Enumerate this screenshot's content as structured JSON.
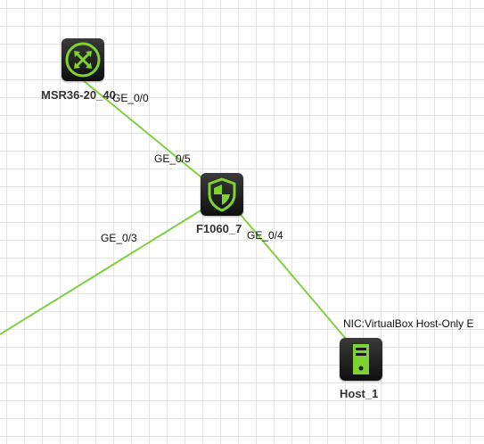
{
  "colors": {
    "link": "#7ed040",
    "icon_green": "#7dd32f",
    "device_bg": "#1e1e1e"
  },
  "devices": {
    "router": {
      "name": "MSR36-20_40",
      "icon": "router-icon"
    },
    "firewall": {
      "name": "F1060_7",
      "icon": "firewall-shield-icon"
    },
    "host": {
      "name": "Host_1",
      "icon": "host-server-icon"
    }
  },
  "ports": {
    "router_to_fw": "GE_0/0",
    "fw_to_router": "GE_0/5",
    "fw_to_left": "GE_0/3",
    "fw_to_host": "GE_0/4",
    "host_nic": "NIC:VirtualBox Host-Only E"
  }
}
